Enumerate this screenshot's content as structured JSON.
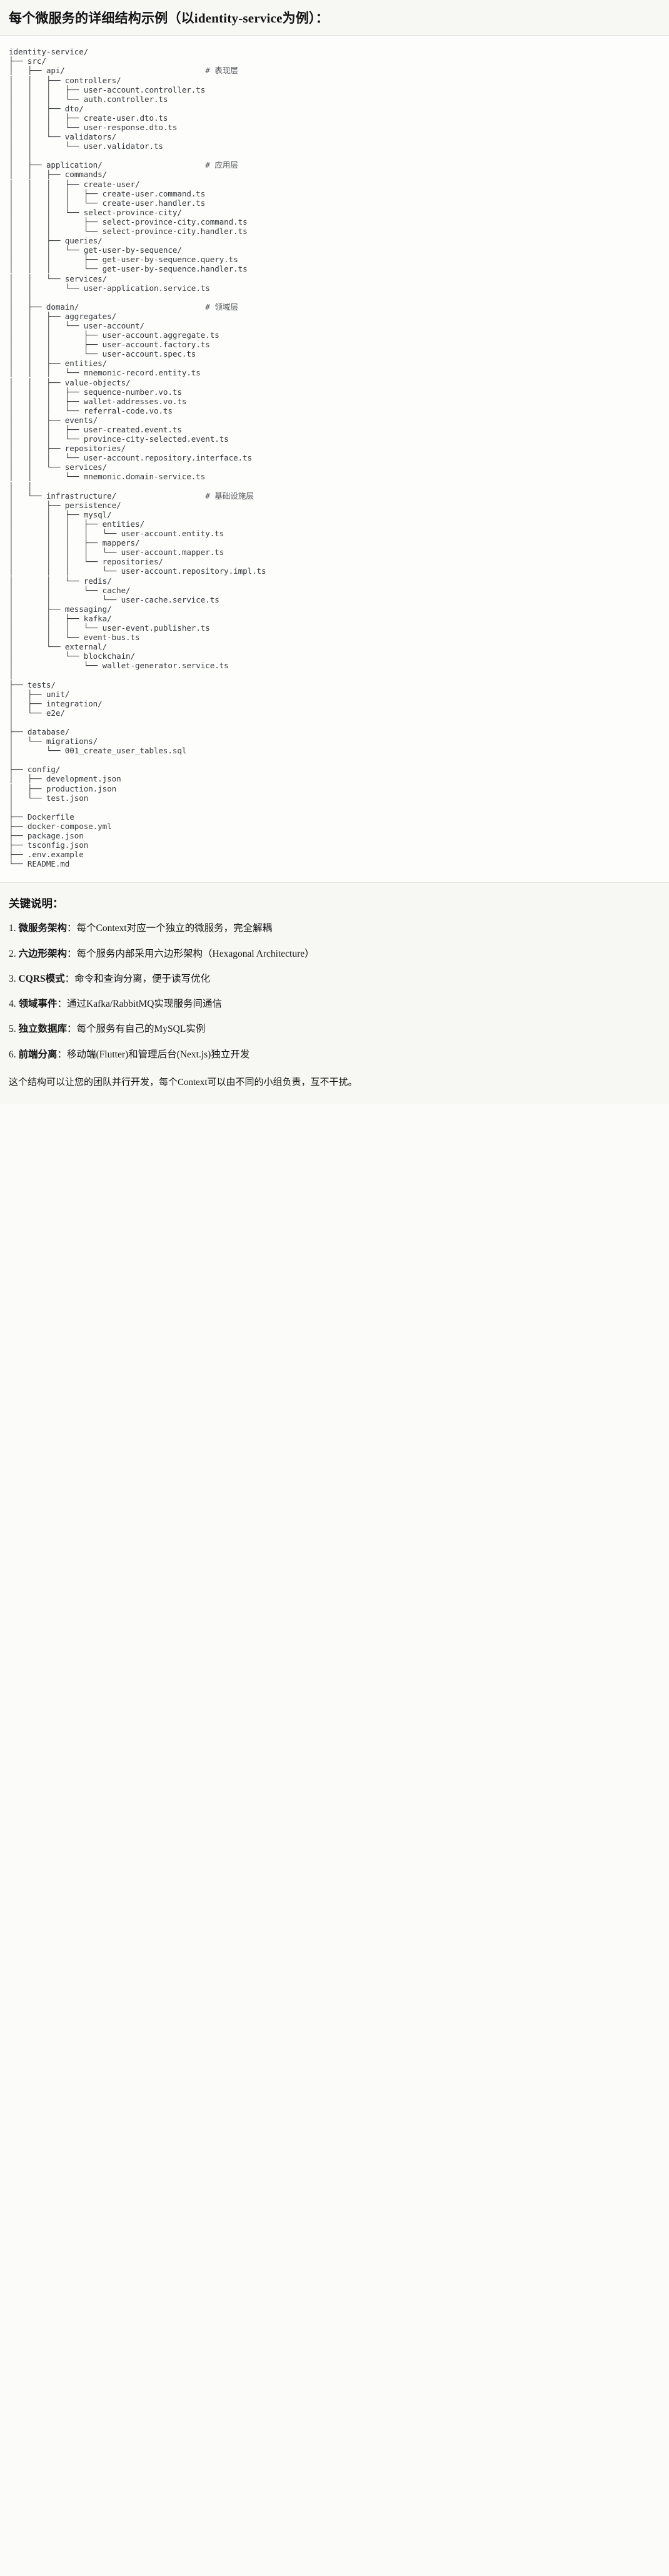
{
  "header": {
    "title": "每个微服务的详细结构示例（以identity-service为例）："
  },
  "tree": {
    "root": "identity-service/",
    "comments": {
      "api": "# 表现层",
      "application": "# 应用层",
      "domain": "# 领域层",
      "infrastructure": "# 基础设施层"
    },
    "text": "identity-service/\n├── src/\n│   ├── api/                              # 表现层\n│   │   ├── controllers/\n│   │   │   ├── user-account.controller.ts\n│   │   │   └── auth.controller.ts\n│   │   ├── dto/\n│   │   │   ├── create-user.dto.ts\n│   │   │   └── user-response.dto.ts\n│   │   └── validators/\n│   │       └── user.validator.ts\n│   │\n│   ├── application/                      # 应用层\n│   │   ├── commands/\n│   │   │   ├── create-user/\n│   │   │   │   ├── create-user.command.ts\n│   │   │   │   └── create-user.handler.ts\n│   │   │   └── select-province-city/\n│   │   │       ├── select-province-city.command.ts\n│   │   │       └── select-province-city.handler.ts\n│   │   ├── queries/\n│   │   │   └── get-user-by-sequence/\n│   │   │       ├── get-user-by-sequence.query.ts\n│   │   │       └── get-user-by-sequence.handler.ts\n│   │   └── services/\n│   │       └── user-application.service.ts\n│   │\n│   ├── domain/                           # 领域层\n│   │   ├── aggregates/\n│   │   │   └── user-account/\n│   │   │       ├── user-account.aggregate.ts\n│   │   │       ├── user-account.factory.ts\n│   │   │       └── user-account.spec.ts\n│   │   ├── entities/\n│   │   │   └── mnemonic-record.entity.ts\n│   │   ├── value-objects/\n│   │   │   ├── sequence-number.vo.ts\n│   │   │   ├── wallet-addresses.vo.ts\n│   │   │   └── referral-code.vo.ts\n│   │   ├── events/\n│   │   │   ├── user-created.event.ts\n│   │   │   └── province-city-selected.event.ts\n│   │   ├── repositories/\n│   │   │   └── user-account.repository.interface.ts\n│   │   └── services/\n│   │       └── mnemonic.domain-service.ts\n│   │\n│   └── infrastructure/                   # 基础设施层\n│       ├── persistence/\n│       │   ├── mysql/\n│       │   │   ├── entities/\n│       │   │   │   └── user-account.entity.ts\n│       │   │   ├── mappers/\n│       │   │   │   └── user-account.mapper.ts\n│       │   │   └── repositories/\n│       │   │       └── user-account.repository.impl.ts\n│       │   └── redis/\n│       │       └── cache/\n│       │           └── user-cache.service.ts\n│       ├── messaging/\n│       │   ├── kafka/\n│       │   │   └── user-event.publisher.ts\n│       │   └── event-bus.ts\n│       └── external/\n│           └── blockchain/\n│               └── wallet-generator.service.ts\n│\n├── tests/\n│   ├── unit/\n│   ├── integration/\n│   └── e2e/\n│\n├── database/\n│   └── migrations/\n│       └── 001_create_user_tables.sql\n│\n├── config/\n│   ├── development.json\n│   ├── production.json\n│   └── test.json\n│\n├── Dockerfile\n├── docker-compose.yml\n├── package.json\n├── tsconfig.json\n├── .env.example\n└── README.md"
  },
  "keys": {
    "title": "关键说明：",
    "items": [
      {
        "num": "1.",
        "term": "微服务架构",
        "desc": "：每个Context对应一个独立的微服务，完全解耦"
      },
      {
        "num": "2.",
        "term": "六边形架构",
        "desc": "：每个服务内部采用六边形架构（Hexagonal Architecture）"
      },
      {
        "num": "3.",
        "term": "CQRS模式",
        "desc": "：命令和查询分离，便于读写优化"
      },
      {
        "num": "4.",
        "term": "领域事件",
        "desc": "：通过Kafka/RabbitMQ实现服务间通信"
      },
      {
        "num": "5.",
        "term": "独立数据库",
        "desc": "：每个服务有自己的MySQL实例"
      },
      {
        "num": "6.",
        "term": "前端分离",
        "desc": "：移动端(Flutter)和管理后台(Next.js)独立开发"
      }
    ],
    "footer": "这个结构可以让您的团队并行开发，每个Context可以由不同的小组负责，互不干扰。"
  }
}
